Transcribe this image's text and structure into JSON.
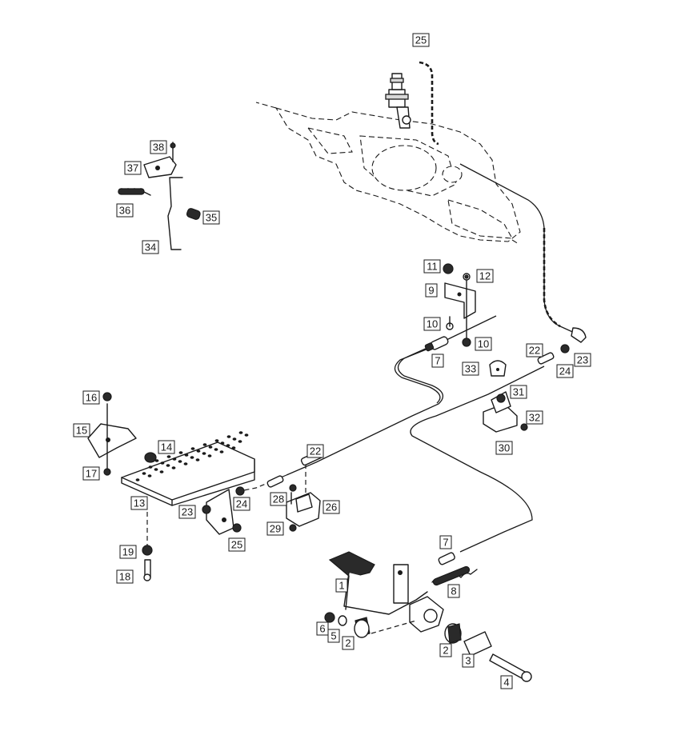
{
  "callouts": [
    {
      "id": "c1",
      "label": "1"
    },
    {
      "id": "c2a",
      "label": "2"
    },
    {
      "id": "c2b",
      "label": "2"
    },
    {
      "id": "c3",
      "label": "3"
    },
    {
      "id": "c4",
      "label": "4"
    },
    {
      "id": "c5",
      "label": "5"
    },
    {
      "id": "c6",
      "label": "6"
    },
    {
      "id": "c7a",
      "label": "7"
    },
    {
      "id": "c7b",
      "label": "7"
    },
    {
      "id": "c8",
      "label": "8"
    },
    {
      "id": "c9",
      "label": "9"
    },
    {
      "id": "c10a",
      "label": "10"
    },
    {
      "id": "c10b",
      "label": "10"
    },
    {
      "id": "c11",
      "label": "11"
    },
    {
      "id": "c12",
      "label": "12"
    },
    {
      "id": "c13",
      "label": "13"
    },
    {
      "id": "c14",
      "label": "14"
    },
    {
      "id": "c15",
      "label": "15"
    },
    {
      "id": "c16",
      "label": "16"
    },
    {
      "id": "c17",
      "label": "17"
    },
    {
      "id": "c18",
      "label": "18"
    },
    {
      "id": "c19",
      "label": "19"
    },
    {
      "id": "c22a",
      "label": "22"
    },
    {
      "id": "c22b",
      "label": "22"
    },
    {
      "id": "c23a",
      "label": "23"
    },
    {
      "id": "c23b",
      "label": "23"
    },
    {
      "id": "c24a",
      "label": "24"
    },
    {
      "id": "c24b",
      "label": "24"
    },
    {
      "id": "c25a",
      "label": "25"
    },
    {
      "id": "c25b",
      "label": "25"
    },
    {
      "id": "c26",
      "label": "26"
    },
    {
      "id": "c28",
      "label": "28"
    },
    {
      "id": "c29",
      "label": "29"
    },
    {
      "id": "c30",
      "label": "30"
    },
    {
      "id": "c31",
      "label": "31"
    },
    {
      "id": "c32",
      "label": "32"
    },
    {
      "id": "c33",
      "label": "33"
    },
    {
      "id": "c34",
      "label": "34"
    },
    {
      "id": "c35",
      "label": "35"
    },
    {
      "id": "c36",
      "label": "36"
    },
    {
      "id": "c37",
      "label": "37"
    },
    {
      "id": "c38",
      "label": "38"
    }
  ]
}
